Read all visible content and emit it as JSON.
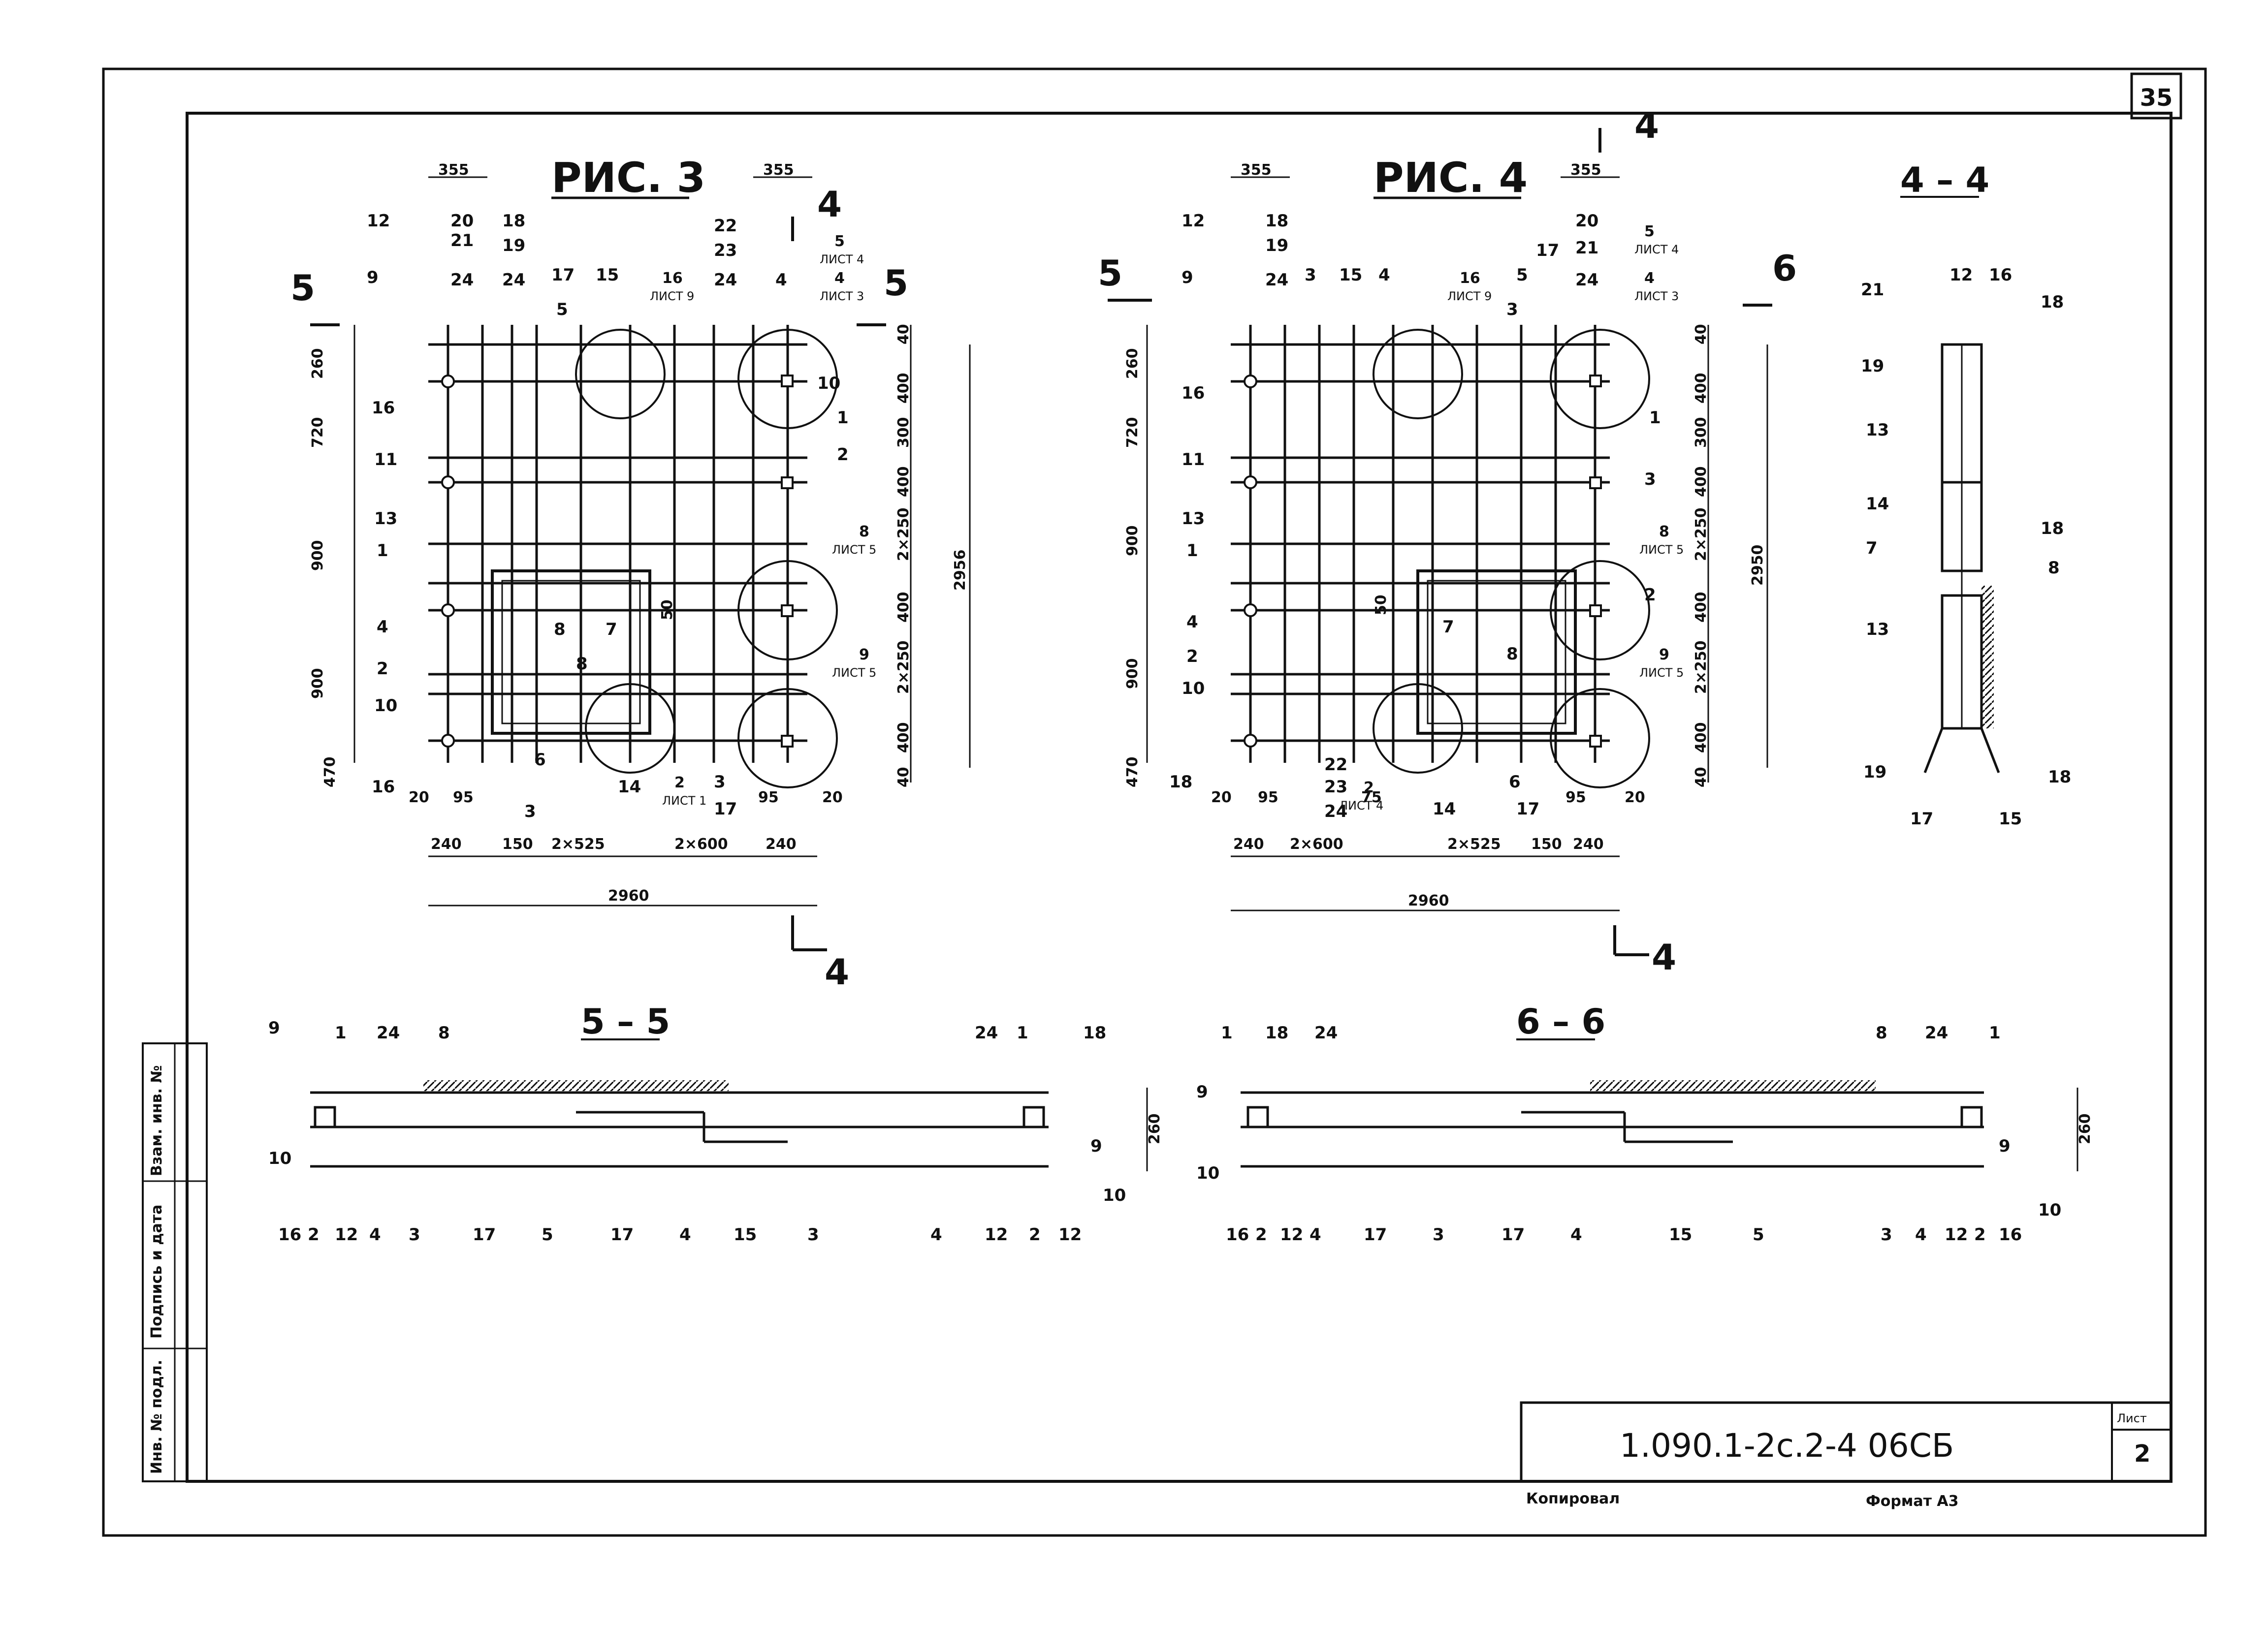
{
  "page_number": "35",
  "sheet": {
    "code": "1.090.1-2с.2-4   06СБ",
    "sheet_label": "Лист",
    "sheet_number": "2",
    "copied_label": "Копировал",
    "format_label": "Формат А3"
  },
  "stamp": {
    "inv_replace": "Взам. инв. №",
    "sign_date": "Подпись и дата",
    "inv_orig": "Инв. № подл."
  },
  "fig3": {
    "title": "РИС. 3",
    "total_width": "2960",
    "total_height": "2956",
    "bottom_dims": [
      "240",
      "150",
      "2×525",
      "2×600",
      "240"
    ],
    "side_dims": [
      "260",
      "720",
      "900",
      "900",
      "470"
    ],
    "right_dims": [
      "40",
      "400",
      "300",
      "400",
      "2×250",
      "400",
      "2×250",
      "400",
      "40"
    ],
    "top_dim": "355",
    "top_dim_right": "355",
    "edge_dims": [
      "20",
      "95",
      "95",
      "20"
    ],
    "opening_dim": "50",
    "cut_markers": [
      "5",
      "5",
      "4",
      "4"
    ],
    "refs": [
      {
        "num": "16",
        "sheet": "ЛИСТ 9"
      },
      {
        "num": "5",
        "sheet": "ЛИСТ 4"
      },
      {
        "num": "4",
        "sheet": "ЛИСТ 3"
      },
      {
        "num": "8",
        "sheet": "ЛИСТ 5"
      },
      {
        "num": "9",
        "sheet": "ЛИСТ 5"
      },
      {
        "num": "2",
        "sheet": "ЛИСТ 1"
      }
    ],
    "marks": [
      "12",
      "20",
      "21",
      "24",
      "18",
      "19",
      "24",
      "17",
      "15",
      "22",
      "23",
      "24",
      "4",
      "9",
      "5",
      "16",
      "11",
      "13",
      "1",
      "4",
      "2",
      "10",
      "16",
      "6",
      "3",
      "14",
      "3",
      "17",
      "8",
      "7",
      "8",
      "1",
      "2",
      "10"
    ]
  },
  "fig4": {
    "title": "РИС. 4",
    "total_width": "2960",
    "total_height": "2950",
    "bottom_dims": [
      "240",
      "2×600",
      "2×525",
      "150",
      "240"
    ],
    "side_dims": [
      "260",
      "720",
      "900",
      "900",
      "470"
    ],
    "right_dims": [
      "40",
      "400",
      "300",
      "400",
      "2×250",
      "400",
      "2×250",
      "400",
      "40"
    ],
    "top_dim": "355",
    "top_dim_right": "355",
    "edge_dims": [
      "20",
      "95",
      "95",
      "20"
    ],
    "opening_dim": "50",
    "small_dim": "75",
    "cut_markers": [
      "5",
      "6",
      "4",
      "4"
    ],
    "refs": [
      {
        "num": "16",
        "sheet": "ЛИСТ 9"
      },
      {
        "num": "5",
        "sheet": "ЛИСТ 4"
      },
      {
        "num": "4",
        "sheet": "ЛИСТ 3"
      },
      {
        "num": "8",
        "sheet": "ЛИСТ 5"
      },
      {
        "num": "9",
        "sheet": "ЛИСТ 5"
      },
      {
        "num": "2",
        "sheet": "ЛИСТ 4"
      }
    ],
    "marks": [
      "12",
      "18",
      "19",
      "24",
      "3",
      "15",
      "4",
      "5",
      "17",
      "20",
      "21",
      "24",
      "9",
      "16",
      "11",
      "13",
      "1",
      "4",
      "2",
      "10",
      "18",
      "22",
      "23",
      "24",
      "14",
      "6",
      "17",
      "7",
      "8",
      "3",
      "1",
      "3",
      "2"
    ]
  },
  "sec44": {
    "title": "4 – 4",
    "marks": [
      "21",
      "12",
      "16",
      "18",
      "19",
      "13",
      "14",
      "7",
      "13",
      "18",
      "8",
      "19",
      "17",
      "15",
      "18"
    ]
  },
  "sec55": {
    "title": "5 – 5",
    "height_dim": "260",
    "top_marks": [
      "9",
      "1",
      "24",
      "8",
      "24",
      "1",
      "18",
      "9"
    ],
    "bottom_marks": [
      "10",
      "16",
      "2",
      "12",
      "4",
      "3",
      "17",
      "5",
      "17",
      "4",
      "15",
      "3",
      "4",
      "12",
      "2",
      "12",
      "10"
    ]
  },
  "sec66": {
    "title": "6 – 6",
    "height_dim": "260",
    "top_marks": [
      "1",
      "18",
      "24",
      "9",
      "8",
      "24",
      "1",
      "9"
    ],
    "bottom_marks": [
      "10",
      "16",
      "2",
      "12",
      "4",
      "17",
      "3",
      "17",
      "4",
      "15",
      "5",
      "3",
      "4",
      "12",
      "2",
      "16",
      "10"
    ]
  }
}
